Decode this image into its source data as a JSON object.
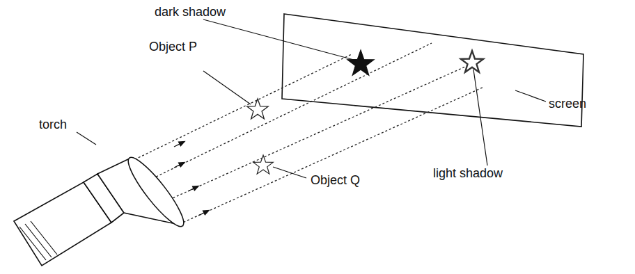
{
  "diagram": {
    "labels": [
      "dark shadow",
      "Object P",
      "screen",
      "light shadow",
      "torch",
      "Object Q"
    ]
  }
}
